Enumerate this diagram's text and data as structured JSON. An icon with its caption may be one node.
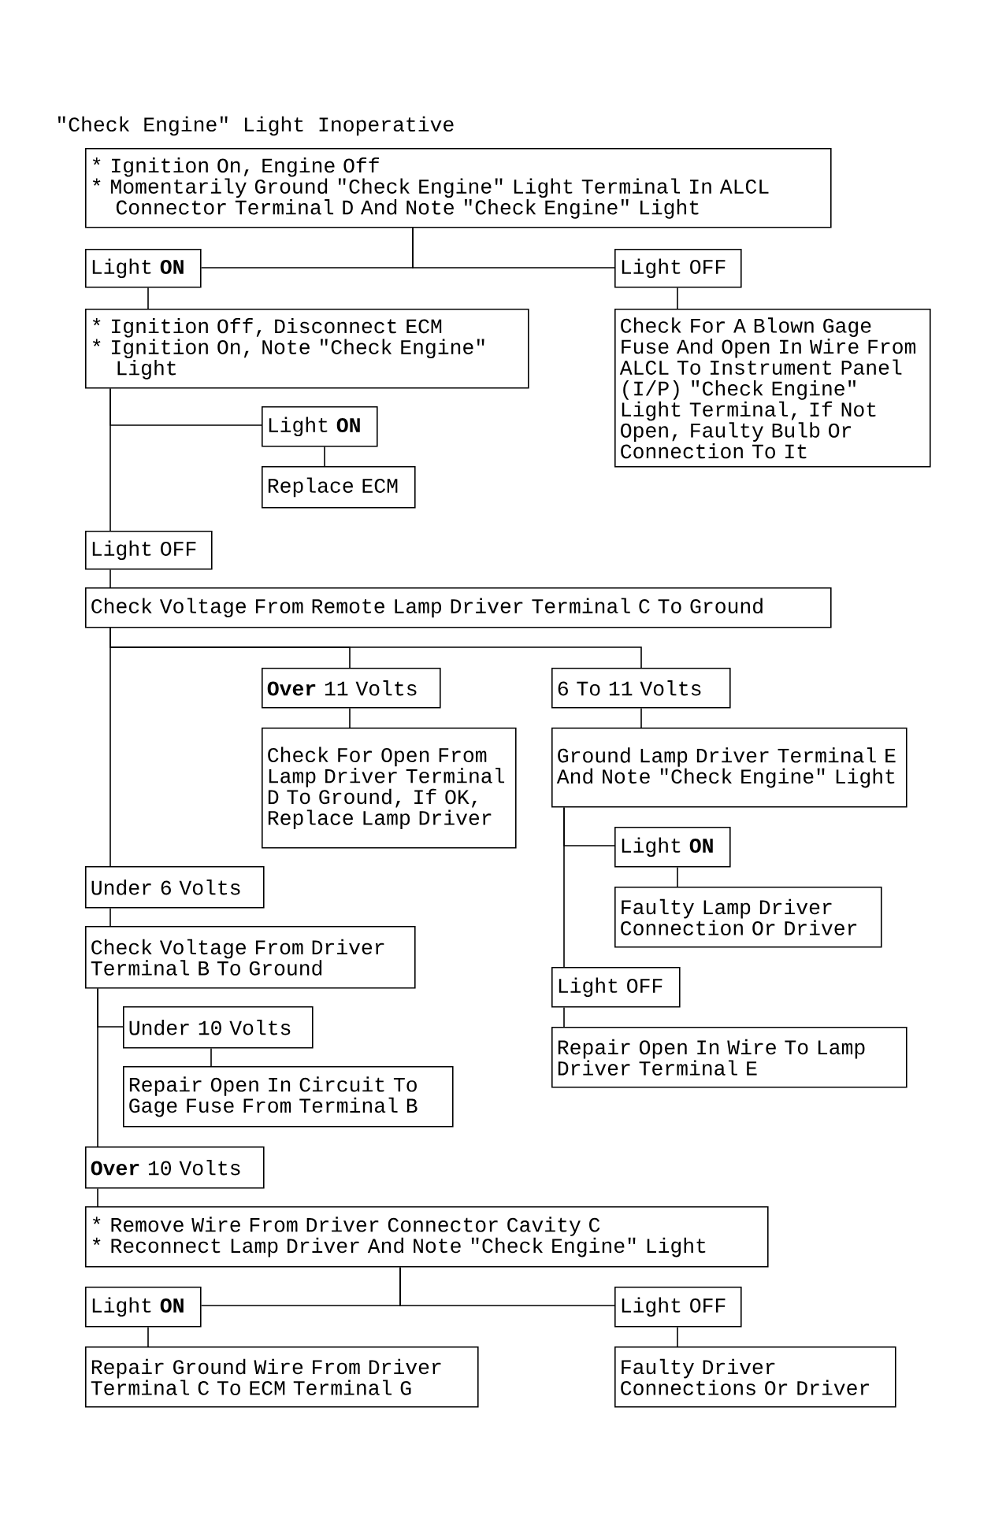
{
  "diagram": {
    "title": "\"Check Engine\" Light Inoperative",
    "nodes": [
      {
        "text": [
          "* Ignition On, Engine Off",
          "* Momentarily Ground \"Check Engine\" Light Terminal In ALCL Connector Terminal D And Note \"Check Engine\" Light"
        ]
      },
      {
        "text": [
          "Light **ON**"
        ]
      },
      {
        "text": [
          "Light OFF"
        ]
      },
      {
        "text": [
          "* Ignition Off, Disconnect ECM",
          "* Ignition On, Note \"Check Engine\" Light"
        ]
      },
      {
        "text": [
          "Check For A Blown Gage Fuse And Open In Wire From ALCL To Instrument Panel (I/P) \"Check Engine\" Light Terminal, If Not Open, Faulty Bulb Or Connection To It"
        ]
      },
      {
        "text": [
          "Light **ON**"
        ]
      },
      {
        "text": [
          "Replace ECM"
        ]
      },
      {
        "text": [
          "Light OFF"
        ]
      },
      {
        "text": [
          "Check Voltage From Remote Lamp Driver Terminal C To Ground"
        ]
      },
      {
        "text": [
          "**Over** 11 Volts"
        ]
      },
      {
        "text": [
          "Check For Open From Lamp Driver Terminal D To Ground, If OK, Replace Lamp Driver"
        ]
      },
      {
        "text": [
          "6 To 11 Volts"
        ]
      },
      {
        "text": [
          "Ground Lamp Driver Terminal E And Note \"Check Engine\" Light"
        ]
      },
      {
        "text": [
          "Light **ON**"
        ]
      },
      {
        "text": [
          "Faulty Lamp Driver Connection Or Driver"
        ]
      },
      {
        "text": [
          "Light OFF"
        ]
      },
      {
        "text": [
          "Repair Open In Wire To Lamp Driver Terminal E"
        ]
      },
      {
        "text": [
          "Under 6 Volts"
        ]
      },
      {
        "text": [
          "Check Voltage From Driver Terminal B To Ground"
        ]
      },
      {
        "text": [
          "Under 10 Volts"
        ]
      },
      {
        "text": [
          "Repair Open In Circuit To Gage Fuse From Terminal B"
        ]
      },
      {
        "text": [
          "**Over** 10 Volts"
        ]
      },
      {
        "text": [
          "* Remove Wire From Driver Connector Cavity C",
          "* Reconnect Lamp Driver And Note \"Check Engine\" Light"
        ]
      },
      {
        "text": [
          "Light **ON**"
        ]
      },
      {
        "text": [
          "Light OFF"
        ]
      },
      {
        "text": [
          "Repair Ground Wire From Driver Terminal C To ECM Terminal G"
        ]
      },
      {
        "text": [
          "Faulty Driver Connections Or Driver"
        ]
      }
    ],
    "edges": [
      {
        "from": 0,
        "to": 1,
        "arrow": "none"
      },
      {
        "from": 0,
        "to": 2,
        "arrow": "none"
      },
      {
        "from": 1,
        "to": 3,
        "arrow": "none"
      },
      {
        "from": 2,
        "to": 4,
        "arrow": "none"
      },
      {
        "from": 3,
        "to": 5,
        "arrow": "none"
      },
      {
        "from": 3,
        "to": 7,
        "arrow": "none"
      },
      {
        "from": 5,
        "to": 6,
        "arrow": "none"
      },
      {
        "from": 7,
        "to": 8,
        "arrow": "none"
      },
      {
        "from": 8,
        "to": 9,
        "arrow": "none"
      },
      {
        "from": 8,
        "to": 11,
        "arrow": "none"
      },
      {
        "from": 8,
        "to": 17,
        "arrow": "none"
      },
      {
        "from": 9,
        "to": 10,
        "arrow": "none"
      },
      {
        "from": 11,
        "to": 12,
        "arrow": "none"
      },
      {
        "from": 12,
        "to": 13,
        "arrow": "none"
      },
      {
        "from": 12,
        "to": 15,
        "arrow": "none"
      },
      {
        "from": 13,
        "to": 14,
        "arrow": "none"
      },
      {
        "from": 15,
        "to": 16,
        "arrow": "none"
      },
      {
        "from": 17,
        "to": 18,
        "arrow": "none"
      },
      {
        "from": 18,
        "to": 19,
        "arrow": "none"
      },
      {
        "from": 18,
        "to": 21,
        "arrow": "none"
      },
      {
        "from": 19,
        "to": 20,
        "arrow": "none"
      },
      {
        "from": 21,
        "to": 22,
        "arrow": "none"
      },
      {
        "from": 22,
        "to": 23,
        "arrow": "none"
      },
      {
        "from": 22,
        "to": 24,
        "arrow": "none"
      },
      {
        "from": 23,
        "to": 25,
        "arrow": "none"
      },
      {
        "from": 24,
        "to": 26,
        "arrow": "none"
      }
    ]
  }
}
